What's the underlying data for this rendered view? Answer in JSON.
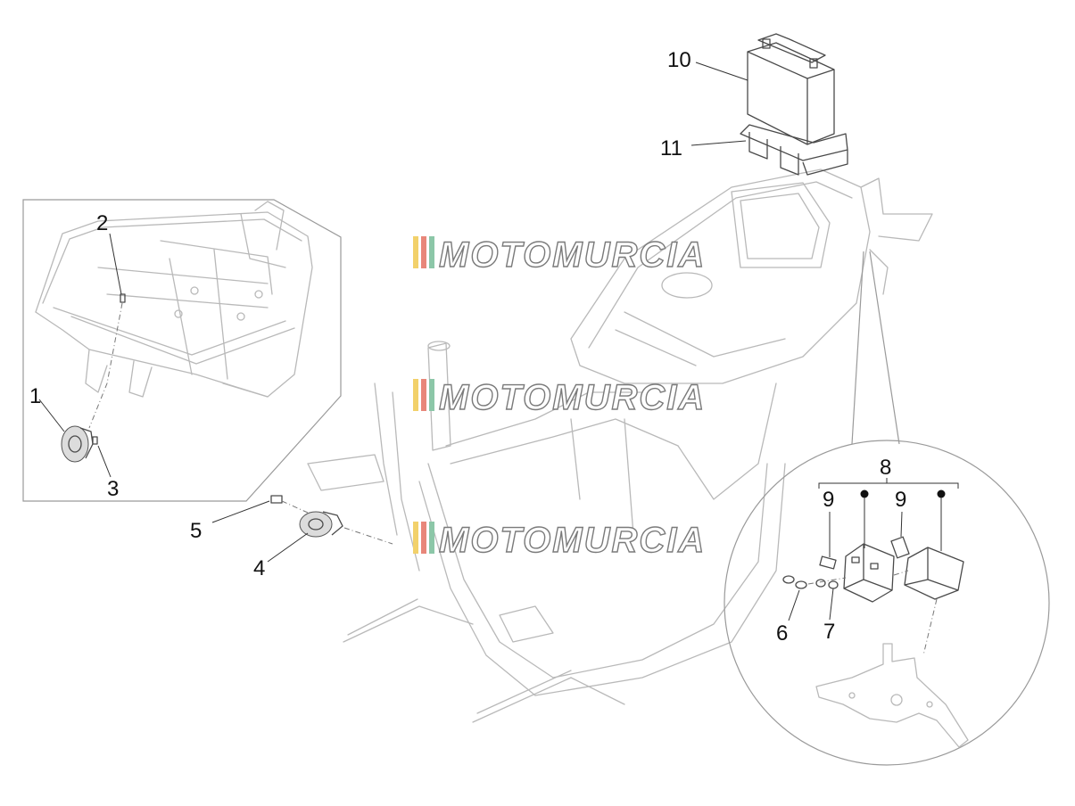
{
  "diagram": {
    "callouts": [
      "1",
      "2",
      "3",
      "4",
      "5",
      "6",
      "7",
      "8",
      "9",
      "9",
      "10",
      "11"
    ],
    "watermark": "MOTOMURCIA",
    "colors": {
      "line_art": "#b9b9b9",
      "dark_parts": "#4a4a4a",
      "watermark_stripes": [
        "#f2d16b",
        "#e8877a",
        "#8cc7a8"
      ]
    }
  }
}
